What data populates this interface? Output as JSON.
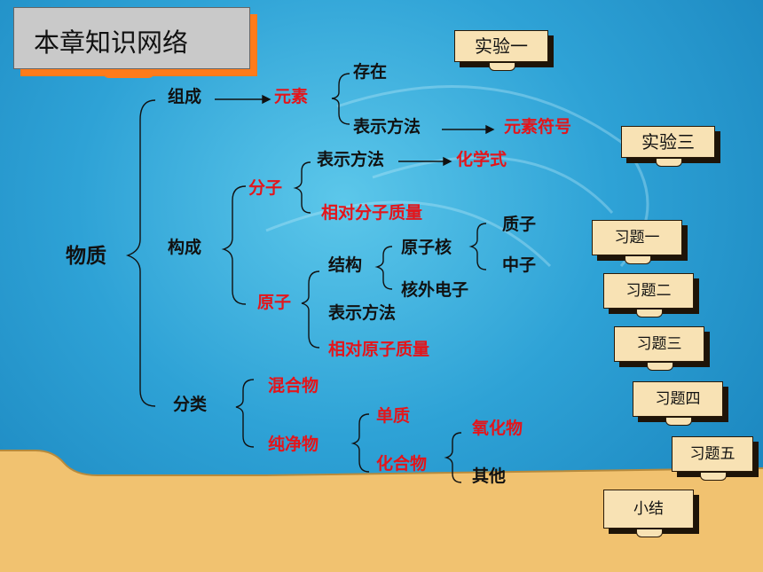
{
  "title": "本章知识网络",
  "root": "物质",
  "composition": {
    "label": "组成",
    "element": "元素",
    "exists": "存在",
    "representation": "表示方法",
    "element_symbol": "元素符号"
  },
  "structure": {
    "label": "构成",
    "molecule": "分子",
    "molecule_representation": "表示方法",
    "chemical_formula": "化学式",
    "relative_molecular_mass": "相对分子质量",
    "atom": "原子",
    "atom_structure": "结构",
    "nucleus": "原子核",
    "proton": "质子",
    "neutron": "中子",
    "electron": "核外电子",
    "atom_representation": "表示方法",
    "relative_atomic_mass": "相对原子质量"
  },
  "classification": {
    "label": "分类",
    "mixture": "混合物",
    "pure": "纯净物",
    "elementary": "单质",
    "compound": "化合物",
    "oxide": "氧化物",
    "other": "其他"
  },
  "buttons": {
    "experiment1": "实验一",
    "experiment3": "实验三",
    "exercise1": "习题一",
    "exercise2": "习题二",
    "exercise3": "习题三",
    "exercise4": "习题四",
    "exercise5": "习题五",
    "summary": "小结"
  },
  "colors": {
    "highlight": "#e4151b",
    "button": "#f8e2b4",
    "title_shadow": "#ff7b1a"
  }
}
